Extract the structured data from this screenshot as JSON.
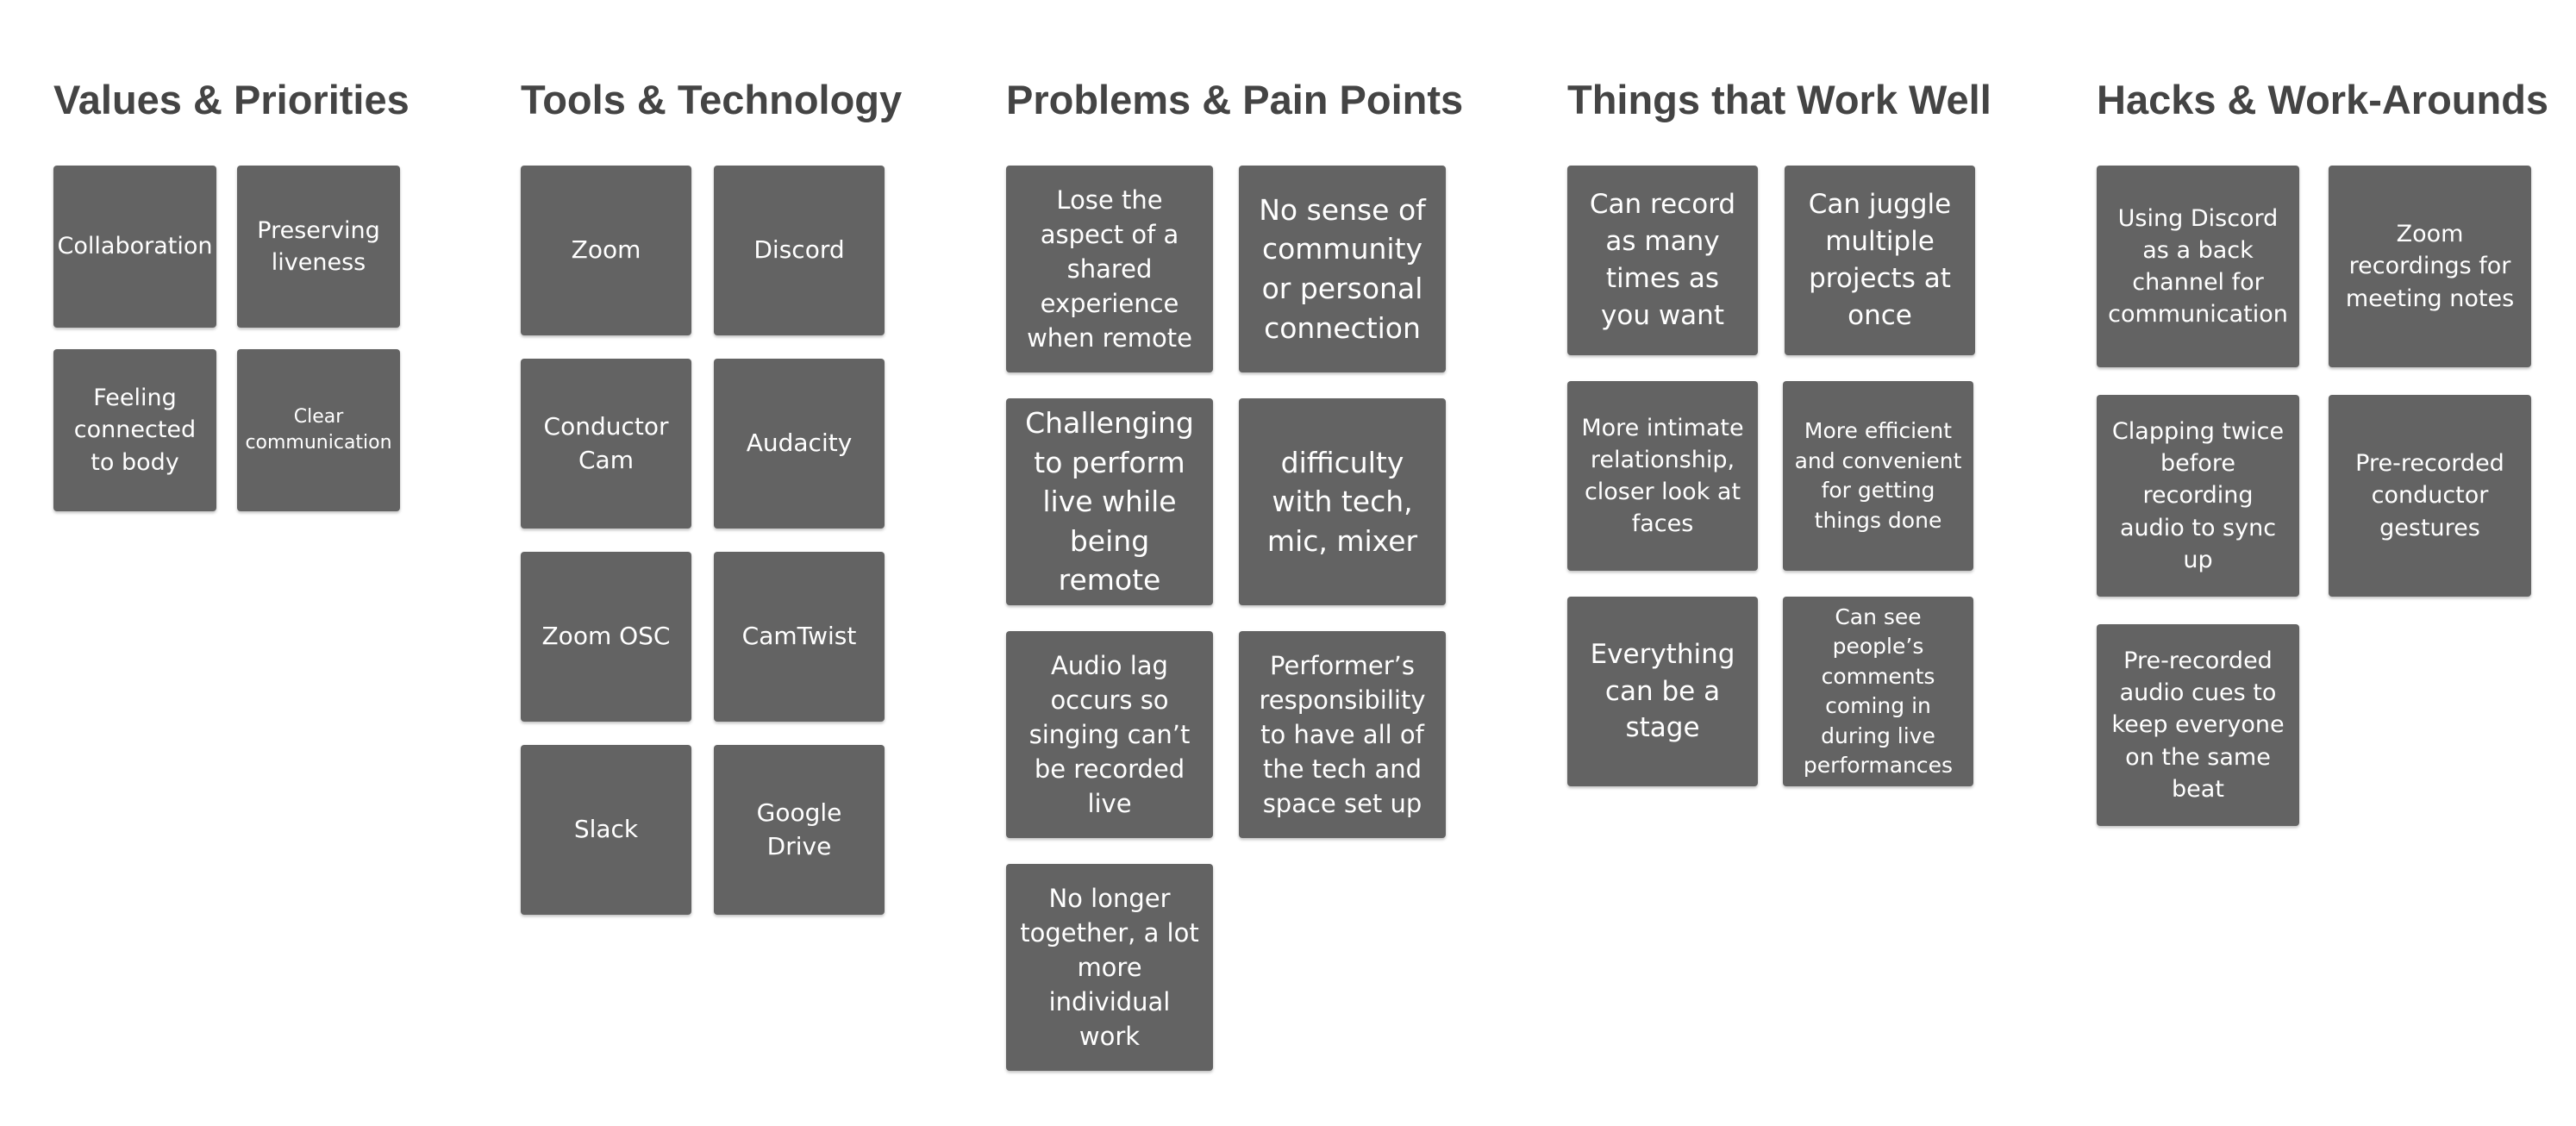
{
  "groups": [
    {
      "title": "Values & Priorities",
      "notes": [
        "Collaboration",
        "Preserving liveness",
        "Feeling connected to body",
        "Clear communication"
      ]
    },
    {
      "title": "Tools & Technology",
      "notes": [
        "Zoom",
        "Discord",
        "Conductor Cam",
        "Audacity",
        "Zoom OSC",
        "CamTwist",
        "Slack",
        "Google Drive"
      ]
    },
    {
      "title": "Problems & Pain Points",
      "notes": [
        "Lose the aspect of a shared experience when remote",
        "No sense of community or personal connection",
        "Challenging to perform live while being remote",
        "difficulty with tech, mic, mixer",
        "Audio lag occurs so singing can’t be recorded live",
        "Performer’s responsibility to have all of the tech and space set up",
        "No longer together, a lot more individual work"
      ]
    },
    {
      "title": "Things that Work Well",
      "notes": [
        "Can record as many times as you want",
        "Can juggle multiple projects at once",
        "More intimate relationship, closer look at faces",
        "More efficient and convenient for getting things done",
        "Everything can be a stage",
        "Can see people’s comments coming in during live performances"
      ]
    },
    {
      "title": "Hacks & Work-Arounds",
      "notes": [
        "Using Discord as a back channel for communication",
        "Zoom recordings for meeting notes",
        "Clapping twice before recording audio to sync up",
        "Pre-recorded conductor gestures",
        "Pre-recorded audio cues to keep everyone on the same beat"
      ]
    }
  ],
  "colors": {
    "note_fill": "#636363",
    "note_text": "#ffffff",
    "title": "#444444",
    "background": "#ffffff"
  }
}
